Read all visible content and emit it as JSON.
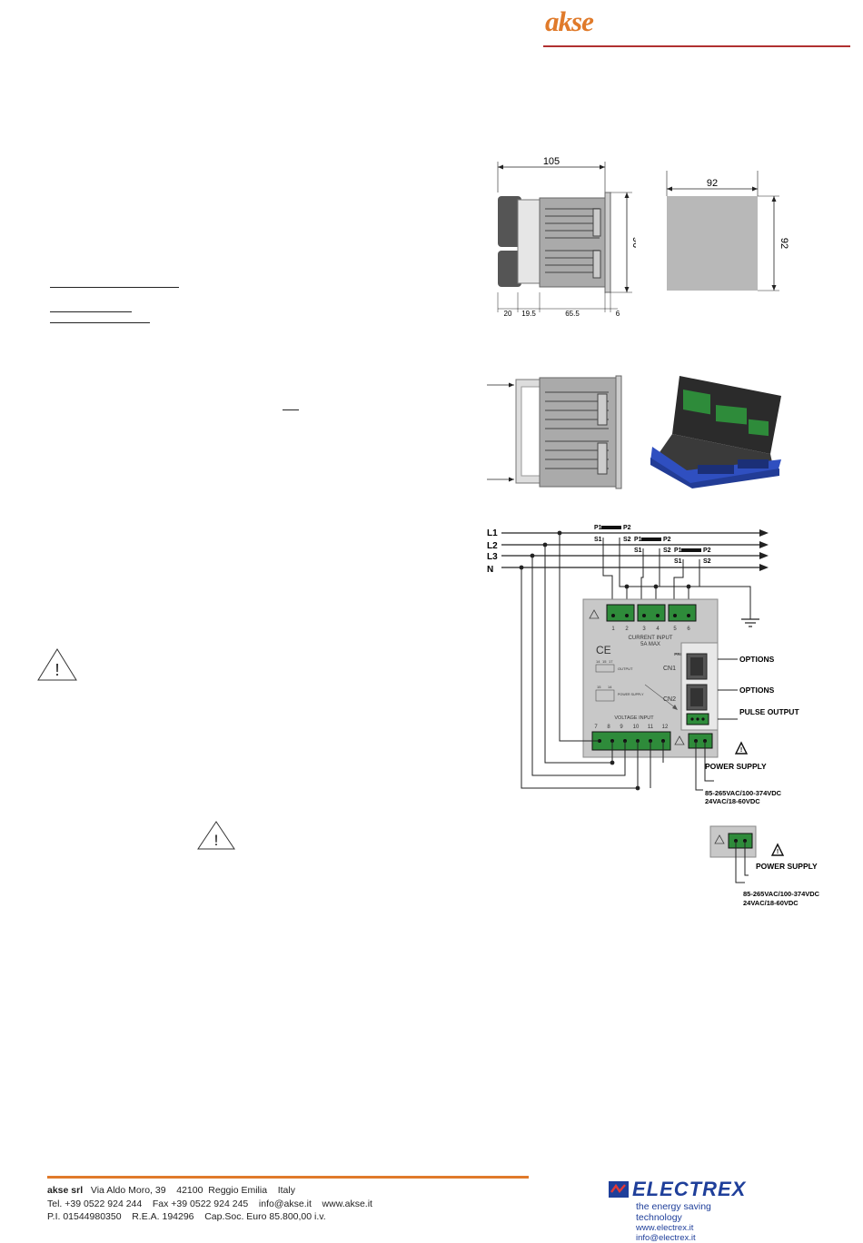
{
  "header": {
    "logo_text": "akse",
    "accent_color": "#e07a2a",
    "rule_color": "#b03030"
  },
  "dimensions": {
    "side_width": "105",
    "side_height": "96",
    "bottom_segments": [
      "20",
      "19.5",
      "65.5",
      "6"
    ],
    "cutout_width": "92",
    "cutout_height": "92"
  },
  "wiring": {
    "lines": [
      "L1",
      "L2",
      "L3",
      "N"
    ],
    "ct_labels": {
      "p1": "P1",
      "p2": "P2",
      "s1": "S1",
      "s2": "S2"
    },
    "current_terminals": [
      "1",
      "2",
      "3",
      "4",
      "5",
      "6"
    ],
    "current_input_label": "CURRENT INPUT",
    "current_input_rating": "5A MAX",
    "program_label": "PROGRAM",
    "ce_mark": "CE",
    "cn1": "CN1",
    "cn2": "CN2",
    "output_label": "OUTPUT",
    "output_terminals": [
      "14",
      "15",
      "17"
    ],
    "ps_small_label": "POWER SUPPLY",
    "ps_small_terminals": [
      "15",
      "14"
    ],
    "voltage_input_label": "VOLTAGE INPUT",
    "voltage_terminals": [
      "7",
      "8",
      "9",
      "10",
      "11",
      "12"
    ],
    "options_1": "OPTIONS",
    "options_2": "OPTIONS",
    "pulse_output": "PULSE OUTPUT",
    "power_supply": "POWER SUPPLY",
    "supply_line_1": "85-265VAC/100-374VDC",
    "supply_line_2": "24VAC/18-60VDC"
  },
  "power_detail": {
    "power_supply": "POWER SUPPLY",
    "supply_line_1": "85-265VAC/100-374VDC",
    "supply_line_2": "24VAC/18-60VDC"
  },
  "warnings": {
    "symbol": "!"
  },
  "footer": {
    "company": "akse srl",
    "address": "   Via Aldo Moro, 39    42100  Reggio Emilia    Italy",
    "contacts": "Tel. +39 0522 924 244    Fax +39 0522 924 245    info@akse.it    www.akse.it",
    "legal": "P.I. 01544980350    R.E.A. 194296    Cap.Soc. Euro 85.800,00 i.v.",
    "brand": "ELECTREX",
    "tagline": "the energy saving technology",
    "brand_web": "www.electrex.it   info@electrex.it"
  }
}
